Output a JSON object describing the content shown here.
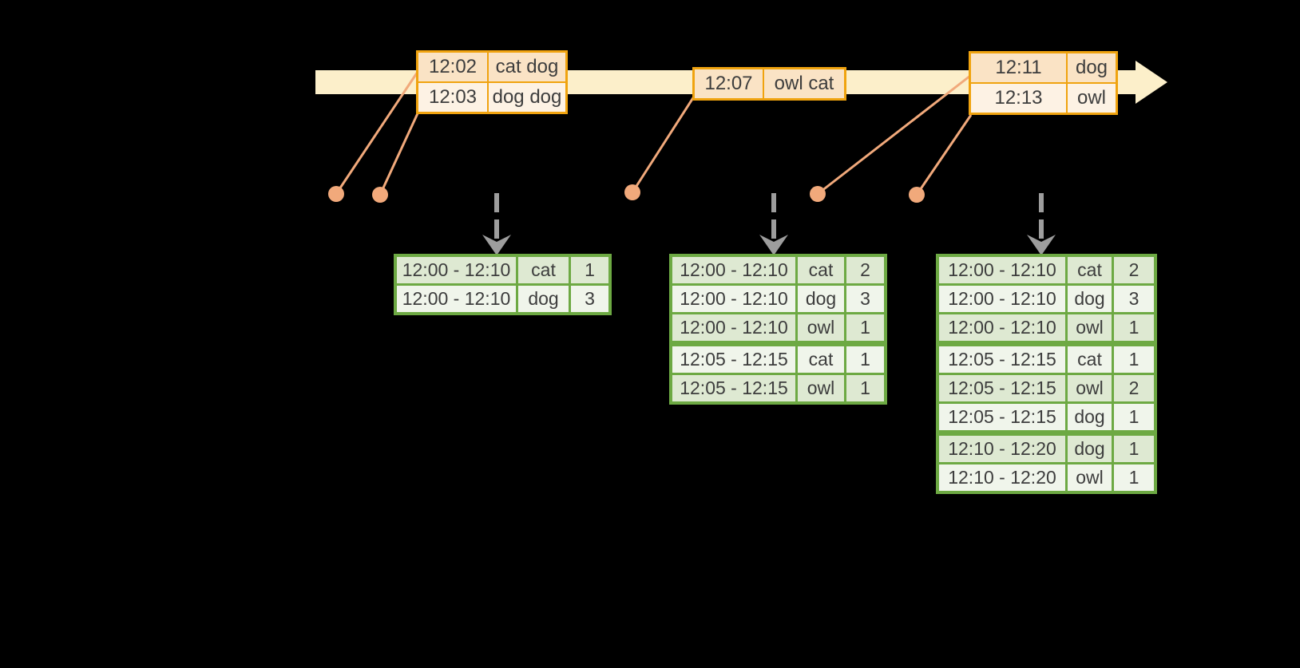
{
  "colors": {
    "background": "#000000",
    "timeline_fill": "#FCEFCA",
    "event_border": "#F0A30F",
    "event_row_dark": "#FAE3C5",
    "event_row_light": "#FDF2E4",
    "dot_orange": "#F1A97B",
    "trigger_gray": "#9D9D9D",
    "result_border": "#6DA943",
    "result_row_dark": "#DEE9D2",
    "result_row_light": "#F0F5EB",
    "text": "#3D3D3D"
  },
  "event_tables": [
    {
      "rows": [
        {
          "time": "12:02",
          "words": "cat dog"
        },
        {
          "time": "12:03",
          "words": "dog dog"
        }
      ]
    },
    {
      "rows": [
        {
          "time": "12:07",
          "words": "owl cat"
        }
      ]
    },
    {
      "rows": [
        {
          "time": "12:11",
          "words": "dog"
        },
        {
          "time": "12:13",
          "words": "owl"
        }
      ]
    }
  ],
  "result_tables": [
    {
      "rows": [
        {
          "window": "12:00 - 12:10",
          "word": "cat",
          "count": "1"
        },
        {
          "window": "12:00 - 12:10",
          "word": "dog",
          "count": "3"
        }
      ]
    },
    {
      "rows": [
        {
          "window": "12:00 - 12:10",
          "word": "cat",
          "count": "2"
        },
        {
          "window": "12:00 - 12:10",
          "word": "dog",
          "count": "3"
        },
        {
          "window": "12:00 - 12:10",
          "word": "owl",
          "count": "1"
        },
        {
          "window": "12:05 - 12:15",
          "word": "cat",
          "count": "1",
          "break": true
        },
        {
          "window": "12:05 - 12:15",
          "word": "owl",
          "count": "1"
        }
      ]
    },
    {
      "rows": [
        {
          "window": "12:00 - 12:10",
          "word": "cat",
          "count": "2"
        },
        {
          "window": "12:00 - 12:10",
          "word": "dog",
          "count": "3"
        },
        {
          "window": "12:00 - 12:10",
          "word": "owl",
          "count": "1"
        },
        {
          "window": "12:05 - 12:15",
          "word": "cat",
          "count": "1",
          "break": true
        },
        {
          "window": "12:05 - 12:15",
          "word": "owl",
          "count": "2"
        },
        {
          "window": "12:05 - 12:15",
          "word": "dog",
          "count": "1"
        },
        {
          "window": "12:10 - 12:20",
          "word": "dog",
          "count": "1",
          "break": true
        },
        {
          "window": "12:10 - 12:20",
          "word": "owl",
          "count": "1"
        }
      ]
    }
  ]
}
